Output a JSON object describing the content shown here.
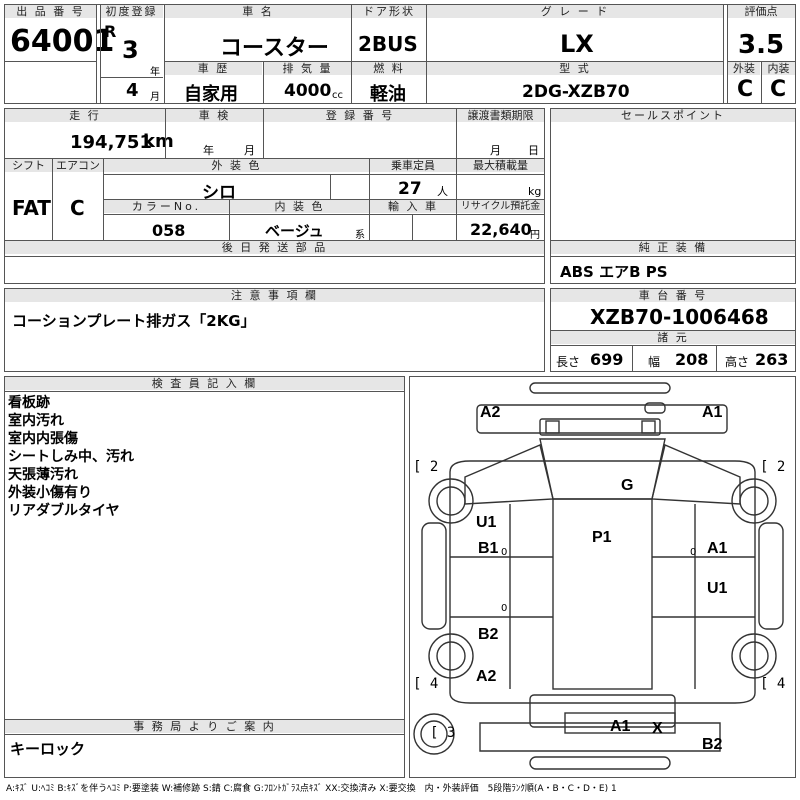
{
  "header": {
    "lot_no_label": "出 品 番 号",
    "lot_no": "64001",
    "first_reg_label": "初度登録",
    "era": "R",
    "year": "3",
    "year_unit": "年",
    "month": "4",
    "month_unit": "月",
    "car_name_label": "車 名",
    "car_name": "コースター",
    "door_label": "ドア形状",
    "door": "2BUS",
    "grade_label": "グ レ ー ド",
    "grade": "LX",
    "score_label": "評価点",
    "score": "3.5",
    "history_label": "車 歴",
    "history": "自家用",
    "displacement_label": "排 気 量",
    "displacement": "4000",
    "displacement_unit": "cc",
    "fuel_label": "燃 料",
    "fuel": "軽油",
    "model_label": "型 式",
    "model": "2DG-XZB70",
    "exterior_label": "外装",
    "exterior": "C",
    "interior_label": "内装",
    "interior": "C"
  },
  "row2": {
    "mileage_label": "走 行",
    "mileage": "194,751",
    "mileage_unit": "km",
    "inspection_label": "車 検",
    "inspection_year_unit": "年",
    "inspection_month_unit": "月",
    "reg_no_label": "登 録 番 号",
    "transfer_label": "譲渡書類期限",
    "transfer_month_unit": "月",
    "transfer_day_unit": "日",
    "shift_label": "シフト",
    "shift": "FAT",
    "ac_label": "エアコン",
    "ac": "C",
    "color_label": "外 装 色",
    "color": "シロ",
    "capacity_label": "乗車定員",
    "capacity": "27",
    "capacity_unit": "人",
    "load_label": "最大積載量",
    "load_unit": "kg",
    "color_no_label": "カラーNo.",
    "color_no": "058",
    "int_color_label": "内 装 色",
    "int_color": "ベージュ",
    "int_color_unit": "系",
    "import_label": "輸 入 車",
    "recycle_label": "リサイクル預託金",
    "recycle": "22,640",
    "recycle_unit": "円"
  },
  "sales_point_label": "セールスポイント",
  "later_parts_label": "後 日 発 送 部 品",
  "genuine_label": "純 正 装 備",
  "genuine": "ABS エアB PS",
  "caution_label": "注 意 事 項 欄",
  "caution": "コーションプレート排ガス「2KG」",
  "chassis_label": "車 台 番 号",
  "chassis": "XZB70-1006468",
  "specs_label": "諸 元",
  "length_label": "長さ",
  "length": "699",
  "width_label": "幅",
  "width": "208",
  "height_label": "高さ",
  "height": "263",
  "inspector_label": "検 査 員 記 入 欄",
  "inspector_notes": [
    "看板跡",
    "室内汚れ",
    "室内内張傷",
    "シートしみ中、汚れ",
    "天張薄汚れ",
    "外装小傷有り",
    "リアダブルタイヤ"
  ],
  "office_label": "事 務 局 よ り ご 案 内",
  "office_note": "キーロック",
  "diagram": {
    "marks": [
      "A2",
      "A1",
      "G",
      "U1",
      "P1",
      "B1",
      "A1",
      "U1",
      "B2",
      "A2",
      "A1",
      "X",
      "B2"
    ],
    "tire_marks": [
      "2",
      "2",
      "4",
      "4",
      "3"
    ]
  },
  "legend": "A:ｷｽﾞ U:ﾍｺﾐ B:ｷｽﾞを伴うﾍｺﾐ P:要塗装 W:補修跡 S:錆 C:腐食 G:ﾌﾛﾝﾄｶﾞﾗｽ点ｷｽﾞ XX:交換済み X:要交換　内・外装評価　5段階ﾗﾝｸ順(A・B・C・D・E) 1"
}
